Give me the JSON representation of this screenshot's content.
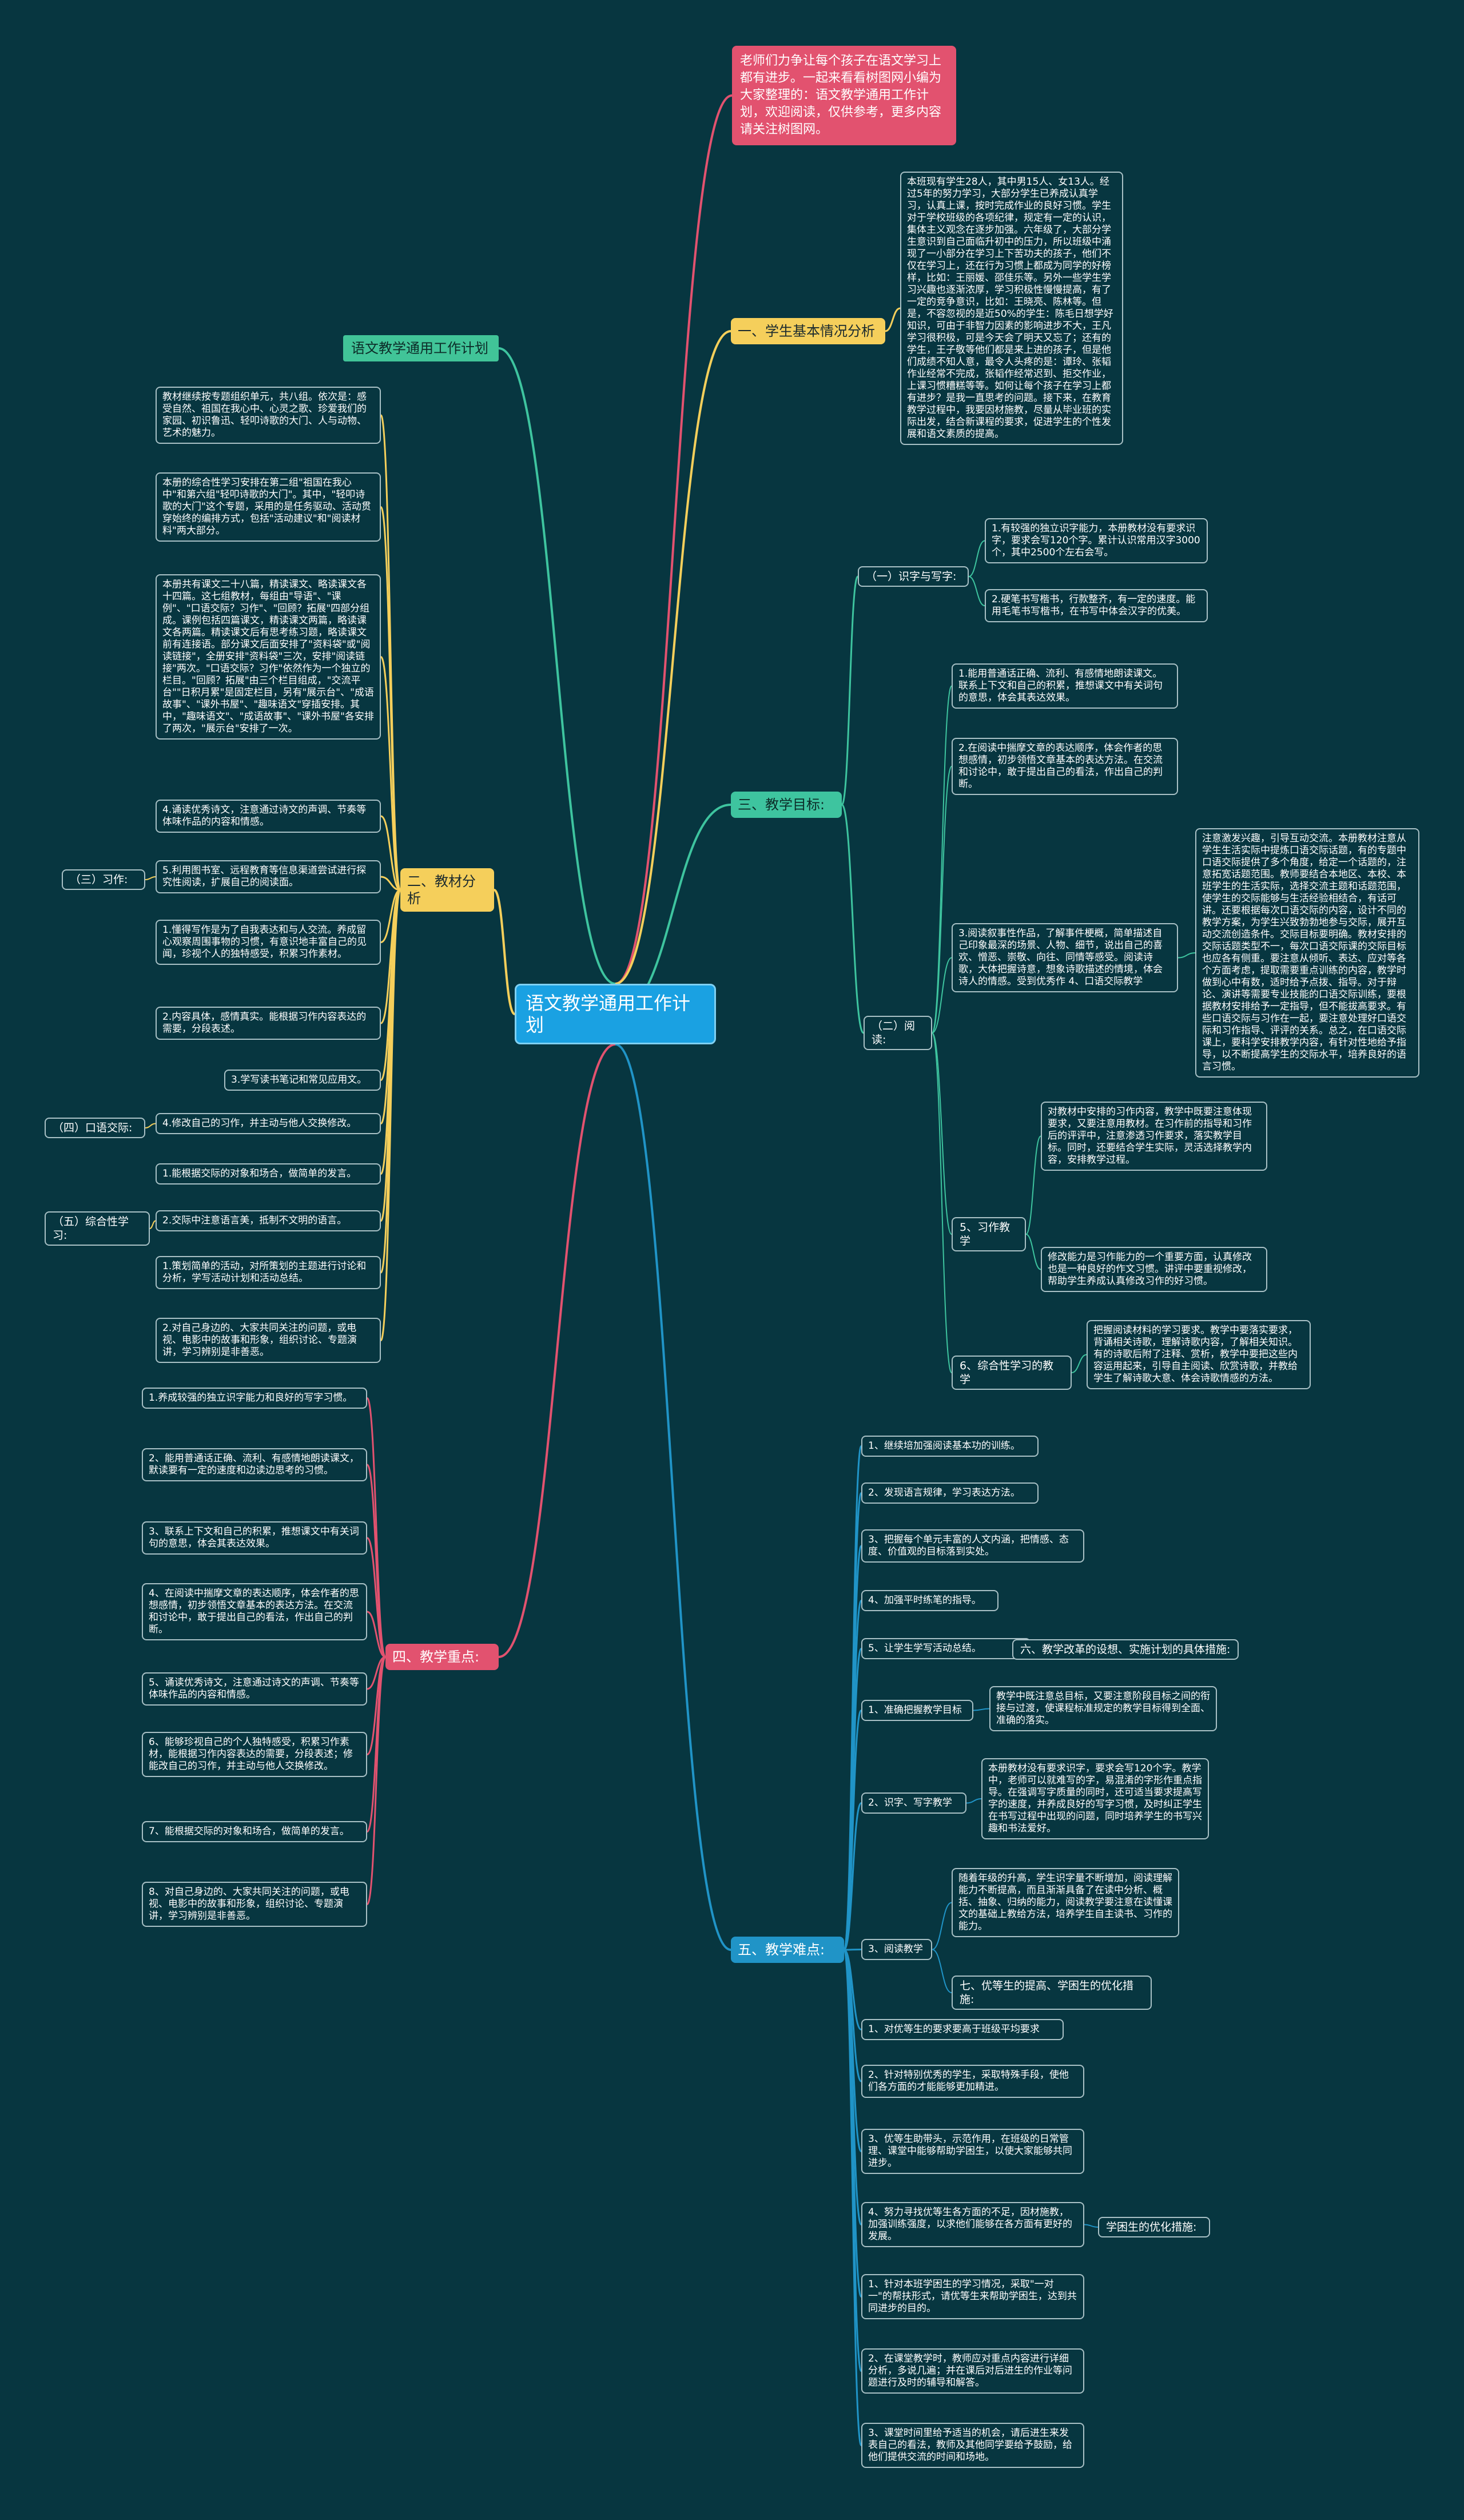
{
  "root": "语文教学通用工作计划",
  "intro": "老师们力争让每个孩子在语文学习上都有进步。一起来看看树图网小编为大家整理的：语文教学通用工作计划，欢迎阅读，仅供参考，更多内容请关注树图网。",
  "floating_title": "语文教学通用工作计划",
  "colors": {
    "background": "#073640",
    "root": "#1aa1e2",
    "analysis": "#f5cf5b",
    "goals": "#3ec49f",
    "key_points": "#e2526f",
    "difficulties": "#2094c7"
  },
  "sec1": {
    "title": "一、学生基本情况分析",
    "text": "本班现有学生28人，其中男15人、女13人。经过5年的努力学习，大部分学生已养成认真学习，认真上课，按时完成作业的良好习惯。学生对于学校班级的各项纪律，规定有一定的认识，集体主义观念在逐步加强。六年级了，大部分学生意识到自己面临升初中的压力，所以班级中涌现了一小部分在学习上下苦功夫的孩子，他们不仅在学习上，还在行为习惯上都成为同学的好榜样，比如：王丽媛、邵佳乐等。另外一些学生学习兴趣也逐渐浓厚，学习积极性慢慢提高，有了一定的竞争意识，比如：王晓亮、陈林等。但是，不容忽视的是近50%的学生：陈毛日想学好知识，可由于非智力因素的影响进步不大，王凡学习很积极，可是今天会了明天又忘了；还有的学生，王子敬等他们都是来上进的孩子，但是他们成绩不知人意，最令人头疼的是：谭玲、张韬作业经常不完成，张韬作经常迟到、拒交作业，上课习惯糟糕等等。如何让每个孩子在学习上都有进步？是我一直思考的问题。接下来，在教育教学过程中，我要因材施教，尽量从毕业班的实际出发，结合新课程的要求，促进学生的个性发展和语文素质的提高。"
  },
  "sec2": {
    "title": "二、教材分析",
    "items": [
      "教材继续按专题组织单元，共八组。依次是：感受自然、祖国在我心中、心灵之歌、珍爱我们的家园、初识鲁迅、轻叩诗歌的大门、人与动物、艺术的魅力。",
      "本册的综合性学习安排在第二组\"祖国在我心中\"和第六组\"轻叩诗歌的大门\"。其中，\"轻叩诗歌的大门\"这个专题，采用的是任务驱动、活动贯穿始终的编排方式，包括\"活动建议\"和\"阅读材料\"两大部分。",
      "本册共有课文二十八篇，精读课文、略读课文各十四篇。这七组教材，每组由\"导语\"、\"课例\"、\"口语交际？习作\"、\"回顾？拓展\"四部分组成。课例包括四篇课文，精读课文两篇，略读课文各两篇。精读课文后有思考练习题，略读课文前有连接语。部分课文后面安排了\"资料袋\"或\"阅读链接\"，全册安排\"资料袋\"三次，安排\"阅读链接\"两次。\"口语交际？习作\"依然作为一个独立的栏目。\"回顾？拓展\"由三个栏目组成，\"交流平台\"\"日积月累\"是固定栏目，另有\"展示台\"、\"成语故事\"、\"课外书屋\"、\"趣味语文\"穿插安排。其中，\"趣味语文\"、\"成语故事\"、\"课外书屋\"各安排了两次，\"展示台\"安排了一次。",
      "4.诵读优秀诗文，注意通过诗文的声调、节奏等体味作品的内容和情感。",
      "5.利用图书室、远程教育等信息渠道尝试进行探究性阅读，扩展自己的阅读面。",
      "1.懂得写作是为了自我表达和与人交流。养成留心观察周围事物的习惯，有意识地丰富自己的见闻，珍视个人的独特感受，积累习作素材。",
      "2.内容具体，感情真实。能根据习作内容表达的需要，分段表述。",
      "3.学写读书笔记和常见应用文。",
      "4.修改自己的习作，并主动与他人交换修改。",
      "1.能根据交际的对象和场合，做简单的发言。",
      "2.交际中注意语言美，抵制不文明的语言。",
      "1.策划简单的活动，对所策划的主题进行讨论和分析，学写活动计划和活动总结。",
      "2.对自己身边的、大家共同关注的问题，或电视、电影中的故事和形象，组织讨论、专题演讲，学习辨别是非善恶。"
    ],
    "tags": [
      "（三）习作:",
      "（四）口语交际:",
      "（五）综合性学习:"
    ]
  },
  "sec3": {
    "title": "三、教学目标:",
    "sub1": "（一）识字与写字:",
    "sub1_items": [
      "1.有较强的独立识字能力，本册教材没有要求识字，要求会写120个字。累计认识常用汉字3000个，其中2500个左右会写。",
      "2.硬笔书写楷书，行款整齐，有一定的速度。能用毛笔书写楷书，在书写中体会汉字的优美。"
    ],
    "sub2": "（二）阅读:",
    "sub2_items": [
      "1.能用普通话正确、流利、有感情地朗读课文。联系上下文和自己的积累，推想课文中有关词句的意思，体会其表达效果。",
      "2.在阅读中揣摩文章的表达顺序，体会作者的思想感情，初步领悟文章基本的表达方法。在交流和讨论中，敢于提出自己的看法，作出自己的判断。",
      "3.阅读叙事性作品，了解事件梗概，简单描述自己印象最深的场景、人物、细节，说出自己的喜欢、憎恶、崇敬、向往、同情等感受。阅读诗歌，大体把握诗意，想象诗歌描述的情境，体会诗人的情感。受到优秀作 4、口语交际教学"
    ],
    "oral": "注意激发兴趣，引导互动交流。本册教材注意从学生生活实际中提炼口语交际话题，有的专题中口语交际提供了多个角度，给定一个话题的，注意拓宽话题范围。教师要结合本地区、本校、本班学生的生活实际，选择交流主题和话题范围，使学生的交际能够与生活经验相结合，有话可讲。还要根据每次口语交际的内容，设计不同的教学方案，为学生兴致勃勃地参与交际，展开互动交流创造条件。交际目标要明确。教材安排的交际话题类型不一，每次口语交际课的交际目标也应各有侧重。要注意从倾听、表达、应对等各个方面考虑，提取需要重点训练的内容，教学时做到心中有数，适时给予点拨、指导。对于辩论、演讲等需要专业技能的口语交际训练，要根据教材安排给予一定指导，但不能拔高要求。有些口语交际与习作在一起，要注意处理好口语交际和习作指导、评评的关系。总之，在口语交际课上，要科学安排教学内容，有针对性地给予指导，以不断提高学生的交际水平，培养良好的语言习惯。",
    "writing": "5、习作教学",
    "writing_items": [
      "对教材中安排的习作内容，教学中既要注意体现要求，又要注意用教材。在习作前的指导和习作后的评评中，注意渗透习作要求，落实教学目标。同时，还要结合学生实际，灵活选择教学内容，安排教学过程。",
      "修改能力是习作能力的一个重要方面，认真修改也是一种良好的作文习惯。讲评中要重视修改，帮助学生养成认真修改习作的好习惯。"
    ],
    "comp": "6、综合性学习的教学",
    "comp_text": "把握阅读材料的学习要求。教学中要落实要求，背诵相关诗歌，理解诗歌内容，了解相关知识。有的诗歌后附了注释、赏析，教学中要把这些内容运用起来，引导自主阅读、欣赏诗歌，并教给学生了解诗歌大意、体会诗歌情感的方法。"
  },
  "sec4": {
    "title": "四、教学重点:",
    "items": [
      "1.养成较强的独立识字能力和良好的写字习惯。",
      "2、能用普通话正确、流利、有感情地朗读课文，默读要有一定的速度和边读边思考的习惯。",
      "3、联系上下文和自己的积累，推想课文中有关词句的意思，体会其表达效果。",
      "4、在阅读中揣摩文章的表达顺序，体会作者的思想感情，初步领悟文章基本的表达方法。在交流和讨论中，敢于提出自己的看法，作出自己的判断。",
      "5、诵读优秀诗文，注意通过诗文的声调、节奏等体味作品的内容和情感。",
      "6、能够珍视自己的个人独特感受，积累习作素材，能根据习作内容表达的需要，分段表述；修能改自己的习作，并主动与他人交换修改。",
      "7、能根据交际的对象和场合，做简单的发言。",
      "8、对自己身边的、大家共同关注的问题，或电视、电影中的故事和形象，组织讨论、专题演讲，学习辨别是非善恶。"
    ]
  },
  "sec5": {
    "title": "五、教学难点:",
    "items": [
      "1、继续培加强阅读基本功的训练。",
      "2、发现语言规律，学习表达方法。",
      "3、把握每个单元丰富的人文内涵，把情感、态度、价值观的目标落到实处。",
      "4、加强平时练笔的指导。",
      "5、让学生学写活动总结。",
      "1、准确把握教学目标",
      "2、识字、写字教学",
      "3、阅读教学",
      "1、对优等生的要求要高于班级平均要求",
      "2、针对特别优秀的学生，采取特殊手段，使他们各方面的才能能够更加精进。",
      "3、优等生助带头，示范作用，在班级的日常管理、课堂中能够帮助学困生，以使大家能够共同进步。",
      "4、努力寻找优等生各方面的不足，因材施教，加强训练强度，以求他们能够在各方面有更好的发展。",
      "1、针对本班学困生的学习情况，采取\"一对一\"的帮扶形式，请优等生来帮助学困生，达到共同进步的目的。",
      "2、在课堂教学时，教师应对重点内容进行详细分析，多说几遍；并在课后对后进生的作业等问题进行及时的辅导和解答。",
      "3、课堂时间里给予适当的机会，请后进生来发表自己的看法，教师及其他同学要给予鼓励，给他们提供交流的时间和场地。"
    ],
    "reform": "六、教学改革的设想、实施计划的具体措施:",
    "target_text": "教学中既注意总目标，又要注意阶段目标之间的衔接与过渡，使课程标准规定的教学目标得到全面、准确的落实。",
    "literacy_text": "本册教材没有要求识字，要求会写120个字。教学中，老师可以就难写的字，易混淆的字形作重点指导。在强调写字质量的同时，还可适当要求提高写字的速度，并养成良好的写字习惯，及时纠正学生在书写过程中出现的问题，同时培养学生的书写兴趣和书法爱好。",
    "reading_text": "随着年级的升高，学生识字量不断增加，阅读理解能力不断提高，而且渐渐具备了在读中分析、概括、抽象、归纳的能力，阅读教学要注意在读懂课文的基础上教给方法，培养学生自主读书、习作的能力。",
    "excellent": "七、优等生的提高、学困生的优化措施:",
    "weak": "学困生的优化措施:"
  }
}
